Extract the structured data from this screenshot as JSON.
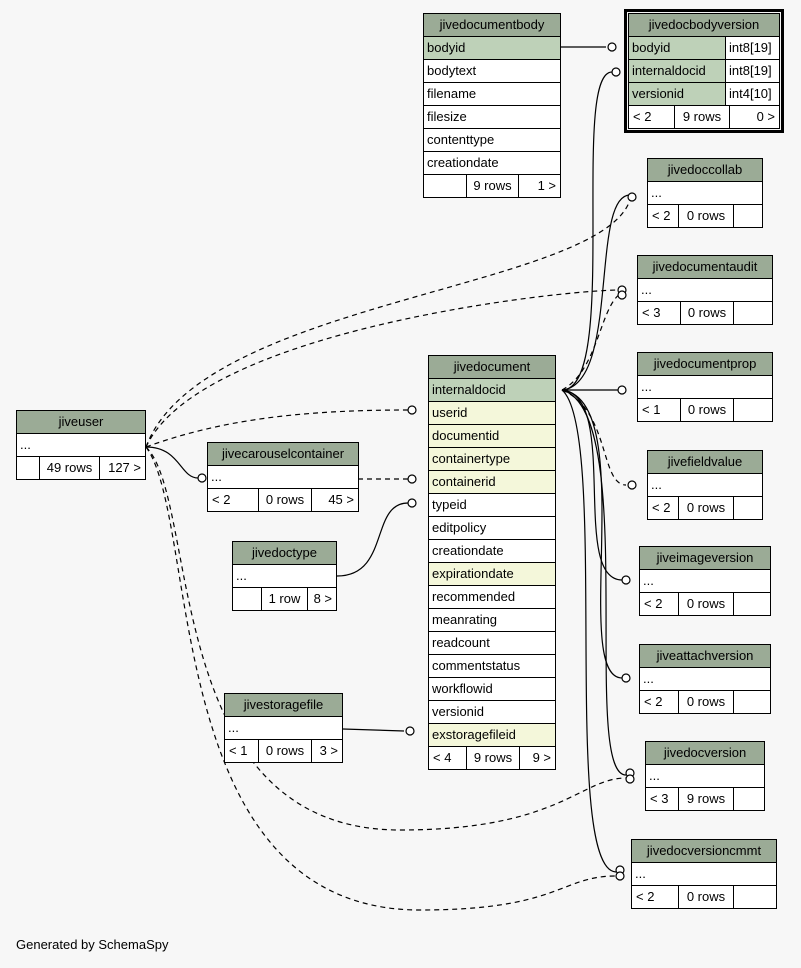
{
  "tables": {
    "jivedocumentbody": {
      "name": "jivedocumentbody",
      "columns": [
        "bodyid",
        "bodytext",
        "filename",
        "filesize",
        "contenttype",
        "creationdate"
      ],
      "footer": [
        "",
        "9 rows",
        "1 >"
      ]
    },
    "jivedocbodyversion": {
      "name": "jivedocbodyversion",
      "columns": [
        [
          "bodyid",
          "int8[19]"
        ],
        [
          "internaldocid",
          "int8[19]"
        ],
        [
          "versionid",
          "int4[10]"
        ]
      ],
      "footer": [
        "< 2",
        "9 rows",
        "0 >"
      ]
    },
    "jivedoccollab": {
      "name": "jivedoccollab",
      "columns": [
        "..."
      ],
      "footer": [
        "< 2",
        "0 rows",
        ""
      ]
    },
    "jivedocumentaudit": {
      "name": "jivedocumentaudit",
      "columns": [
        "..."
      ],
      "footer": [
        "< 3",
        "0 rows",
        ""
      ]
    },
    "jivedocumentprop": {
      "name": "jivedocumentprop",
      "columns": [
        "..."
      ],
      "footer": [
        "< 1",
        "0 rows",
        ""
      ]
    },
    "jivefieldvalue": {
      "name": "jivefieldvalue",
      "columns": [
        "..."
      ],
      "footer": [
        "< 2",
        "0 rows",
        ""
      ]
    },
    "jiveimageversion": {
      "name": "jiveimageversion",
      "columns": [
        "..."
      ],
      "footer": [
        "< 2",
        "0 rows",
        ""
      ]
    },
    "jiveattachversion": {
      "name": "jiveattachversion",
      "columns": [
        "..."
      ],
      "footer": [
        "< 2",
        "0 rows",
        ""
      ]
    },
    "jivedocversion": {
      "name": "jivedocversion",
      "columns": [
        "..."
      ],
      "footer": [
        "< 3",
        "9 rows",
        ""
      ]
    },
    "jivedocversioncmmt": {
      "name": "jivedocversioncmmt",
      "columns": [
        "..."
      ],
      "footer": [
        "< 2",
        "0 rows",
        ""
      ]
    },
    "jiveuser": {
      "name": "jiveuser",
      "columns": [
        "..."
      ],
      "footer": [
        "",
        "49 rows",
        "127 >"
      ]
    },
    "jivecarouselcontainer": {
      "name": "jivecarouselcontainer",
      "columns": [
        "..."
      ],
      "footer": [
        "< 2",
        "0 rows",
        "45 >"
      ]
    },
    "jivedoctype": {
      "name": "jivedoctype",
      "columns": [
        "..."
      ],
      "footer": [
        "",
        "1 row",
        "8 >"
      ]
    },
    "jivestoragefile": {
      "name": "jivestoragefile",
      "columns": [
        "..."
      ],
      "footer": [
        "< 1",
        "0 rows",
        "3 >"
      ]
    },
    "jivedocument": {
      "name": "jivedocument",
      "columns": [
        "internaldocid",
        "userid",
        "documentid",
        "containertype",
        "containerid",
        "typeid",
        "editpolicy",
        "creationdate",
        "expirationdate",
        "recommended",
        "meanrating",
        "readcount",
        "commentstatus",
        "workflowid",
        "versionid",
        "exstoragefileid"
      ],
      "footer": [
        "< 4",
        "9 rows",
        "9 >"
      ]
    }
  },
  "colors": {
    "header": "#9bab96",
    "primary_key": "#bed1b8",
    "foreign_key": "#f4f7da",
    "background": "#f7f7f7"
  },
  "footer_note": "Generated by SchemaSpy"
}
